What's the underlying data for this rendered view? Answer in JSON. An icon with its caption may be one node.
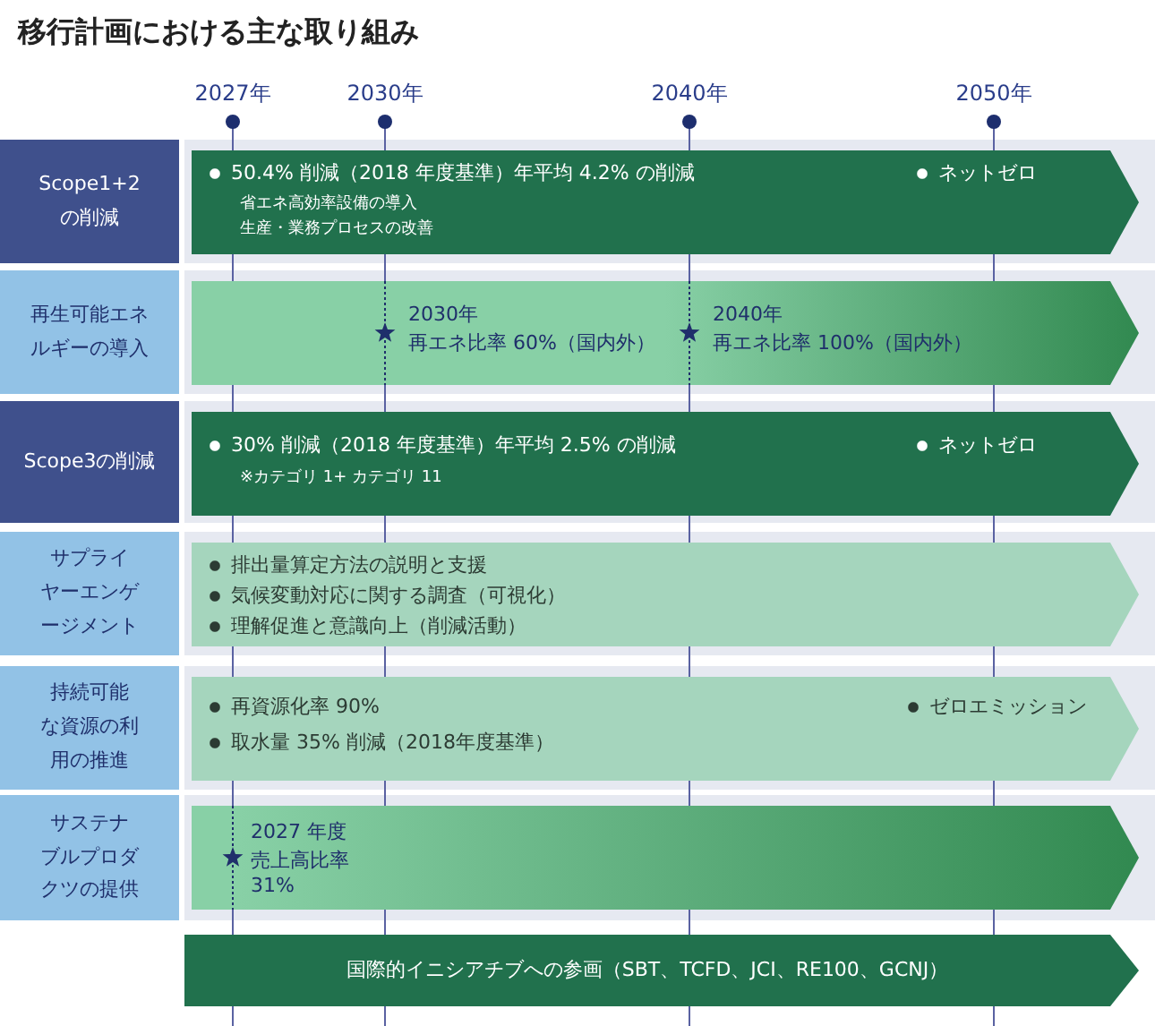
{
  "diagram": {
    "title": "移行計画における主な取り組み",
    "nodes": [
      {
        "text": [
          "Scope1+2の削減"
        ]
      },
      {
        "text": [
          "50.4% 削減（2018 年度基準）年平均 4.2% の削減",
          "省エネ高効率設備の導入",
          "生産・業務プロセスの改善",
          "ネットゼロ"
        ]
      },
      {
        "text": [
          "再生可能エネルギーの導入"
        ]
      },
      {
        "text": [
          "2030年",
          "再エネ比率 60%（国内外）",
          "2040年",
          "再エネ比率 100%（国内外）"
        ]
      },
      {
        "text": [
          "Scope3の削減"
        ]
      },
      {
        "text": [
          "30% 削減（2018 年度基準）年平均 2.5% の削減",
          "※カテゴリ 1+ カテゴリ 11",
          "ネットゼロ"
        ]
      },
      {
        "text": [
          "サプライヤーエンゲージメント"
        ]
      },
      {
        "text": [
          "排出量算定方法の説明と支援",
          "気候変動対応に関する調査（可視化）",
          "理解促進と意識向上（削減活動）"
        ]
      },
      {
        "text": [
          "持続可能な資源の利用の推進"
        ]
      },
      {
        "text": [
          "再資源化率 90%",
          "取水量 35% 削減（2018年度基準）",
          "ゼロエミッション"
        ]
      },
      {
        "text": [
          "サステナブルプロダクツの提供"
        ]
      },
      {
        "text": [
          "2027 年度",
          "売上高比率 31%"
        ]
      },
      {
        "text": [
          "国際的イニシアチブへの参画（SBT、TCFD、JCI、RE100、GCNJ）"
        ]
      }
    ],
    "labels": [
      "2027年",
      "2030年",
      "2040年",
      "2050年"
    ]
  }
}
